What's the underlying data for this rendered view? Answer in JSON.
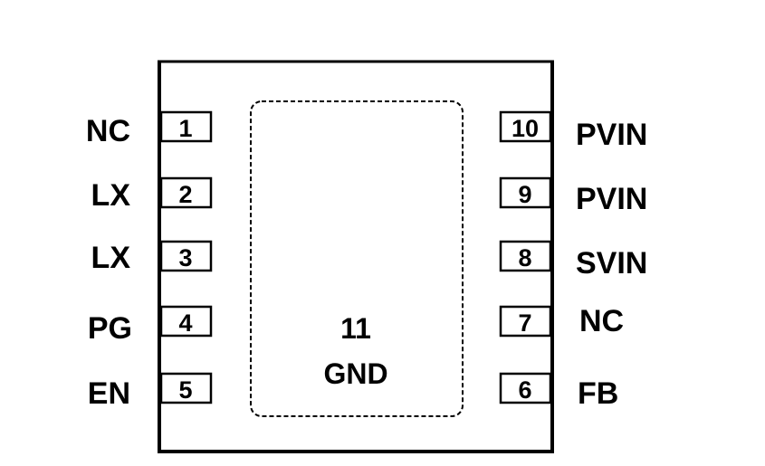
{
  "package": {
    "outline_color": "#000000",
    "background": "#ffffff"
  },
  "thermal_pad": {
    "number": "11",
    "name": "GND"
  },
  "left_pins": [
    {
      "number": "1",
      "name": "NC"
    },
    {
      "number": "2",
      "name": "LX"
    },
    {
      "number": "3",
      "name": "LX"
    },
    {
      "number": "4",
      "name": "PG"
    },
    {
      "number": "5",
      "name": "EN"
    }
  ],
  "right_pins": [
    {
      "number": "10",
      "name": "PVIN"
    },
    {
      "number": "9",
      "name": "PVIN"
    },
    {
      "number": "8",
      "name": "SVIN"
    },
    {
      "number": "7",
      "name": "NC"
    },
    {
      "number": "6",
      "name": "FB"
    }
  ]
}
